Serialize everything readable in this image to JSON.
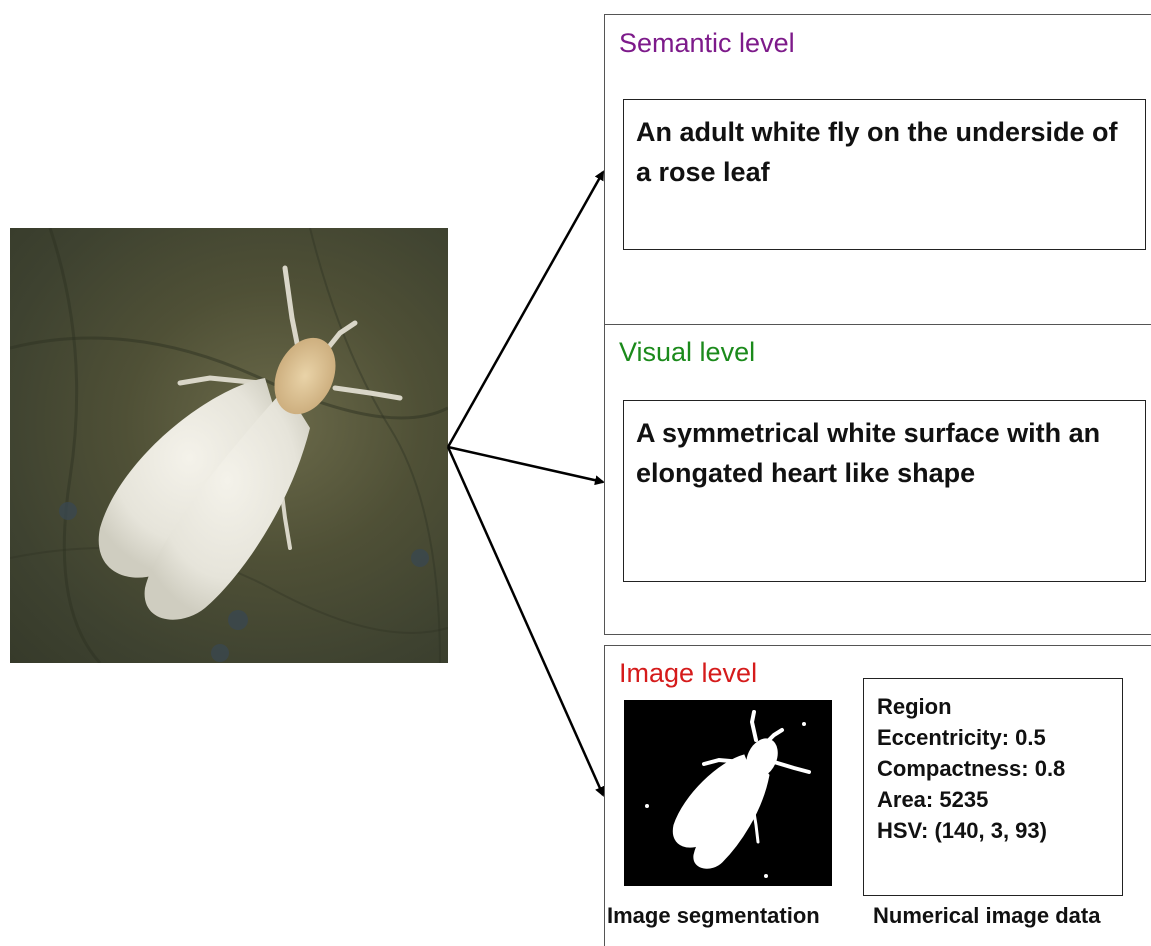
{
  "semantic": {
    "title": "Semantic level",
    "description": "An adult white fly on the underside of a rose leaf"
  },
  "visual": {
    "title": "Visual level",
    "description": "A symmetrical white surface with an elongated heart like shape"
  },
  "image_level": {
    "title": "Image level",
    "data_lines": [
      "Region",
      "Eccentricity: 0.5",
      "Compactness: 0.8",
      "Area: 5235",
      "HSV: (140, 3, 93)"
    ],
    "caption_segmentation": "Image segmentation",
    "caption_numerical": "Numerical image data"
  },
  "colors": {
    "semantic_title": "#7d1a8a",
    "visual_title": "#1b8a1b",
    "image_title": "#d51b1b"
  }
}
